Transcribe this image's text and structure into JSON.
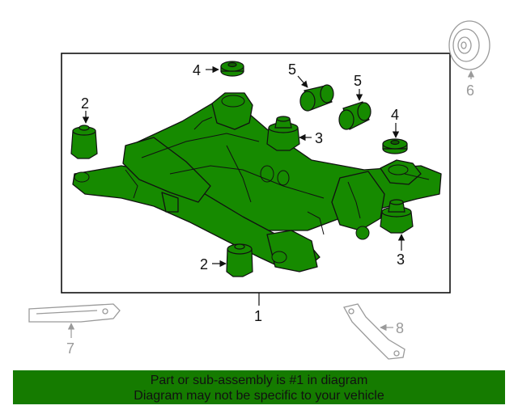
{
  "diagram": {
    "callouts": {
      "c1": "1",
      "c2a": "2",
      "c2b": "2",
      "c3a": "3",
      "c3b": "3",
      "c4a": "4",
      "c4b": "4",
      "c5a": "5",
      "c5b": "5",
      "c6": "6",
      "c7": "7",
      "c8": "8"
    },
    "colors": {
      "part_fill": "#168a00",
      "outline": "#111111",
      "unselected_gray": "#9a9a9a",
      "banner": "#157b00"
    }
  },
  "banner": {
    "line1": "Part or sub-assembly is #1 in diagram",
    "line2": "Diagram may not be specific to your vehicle"
  }
}
